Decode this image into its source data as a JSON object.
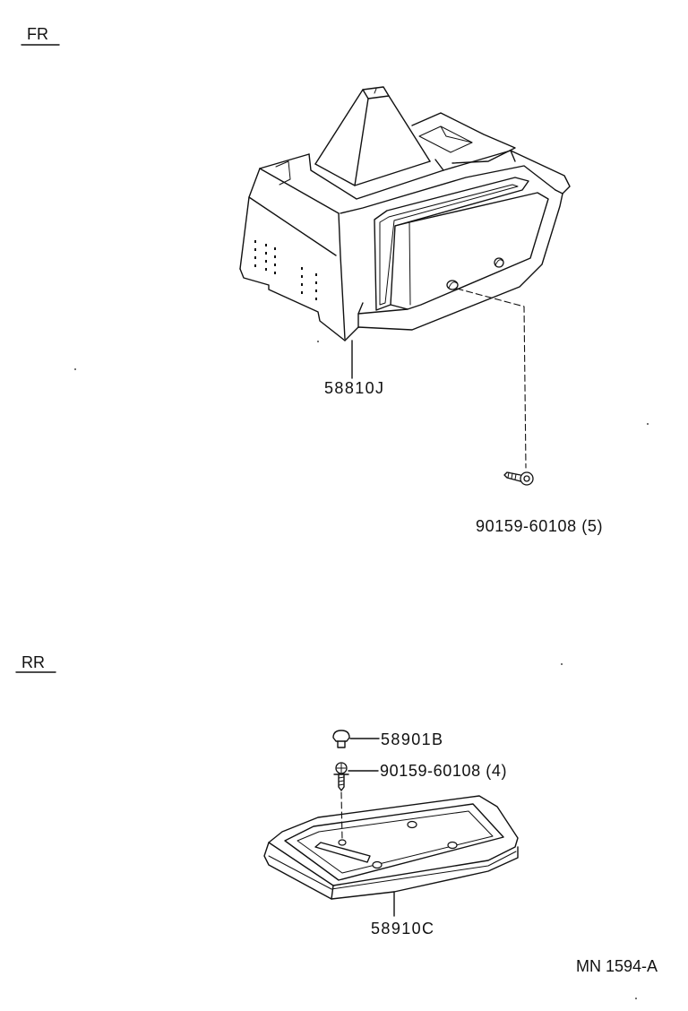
{
  "diagram": {
    "front_section_label": "FR",
    "rear_section_label": "RR",
    "parts": {
      "console_box": "58810J",
      "screw_front": "90159-60108 (5)",
      "clip_rear": "58901B",
      "screw_rear": "90159-60108 (4)",
      "rear_tray": "58910C"
    },
    "drawing_id": "MN 1594-A"
  }
}
